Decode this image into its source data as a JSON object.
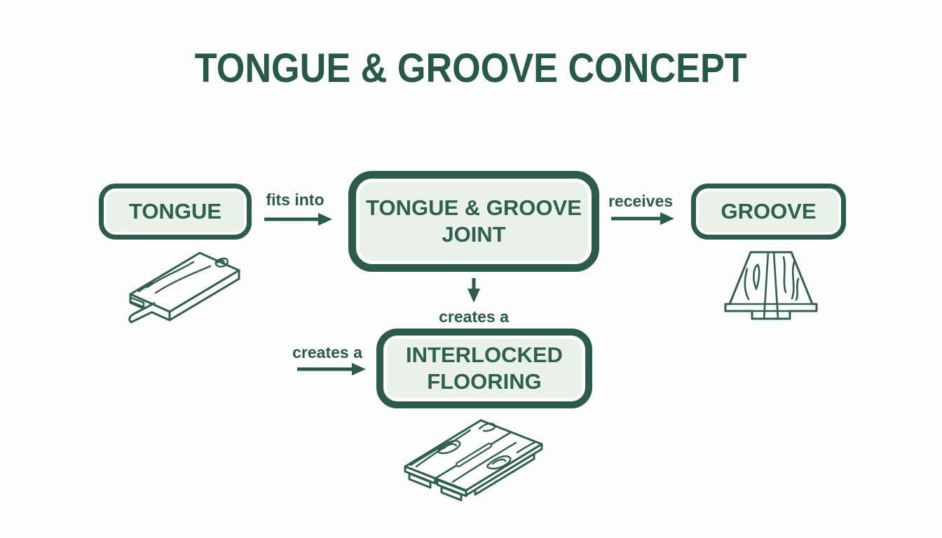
{
  "title": "TONGUE & GROOVE CONCEPT",
  "colors": {
    "background": "#fcfdfc",
    "ink_dark_green": "#2a5b4b",
    "title_green": "#26594a",
    "box_fill_light_green": "#e9f1e8",
    "box_border_green": "#2a5b4b",
    "box_inner_ring_white": "#fcfdfc"
  },
  "nodes": {
    "tongue": {
      "label": "TONGUE"
    },
    "joint": {
      "label": "TONGUE & GROOVE JOINT"
    },
    "groove": {
      "label": "GROOVE"
    },
    "flooring": {
      "label": "INTERLOCKED FLOORING"
    }
  },
  "edges": {
    "fits_into": {
      "from": "tongue",
      "to": "joint",
      "label": "fits into"
    },
    "receives": {
      "from": "joint",
      "to": "groove",
      "label": "receives"
    },
    "creates_a_down": {
      "from": "joint",
      "to": "flooring",
      "label": "creates a"
    },
    "creates_a_left": {
      "from": "",
      "to": "flooring",
      "label": "creates a"
    }
  },
  "illustrations": {
    "tongue_plank_icon": "isometric wood plank with protruding round tongue",
    "groove_plank_icon": "wood plank end view with groove slot",
    "interlocked_planks_icon": "two wood floor planks joined by tongue and groove seam"
  }
}
